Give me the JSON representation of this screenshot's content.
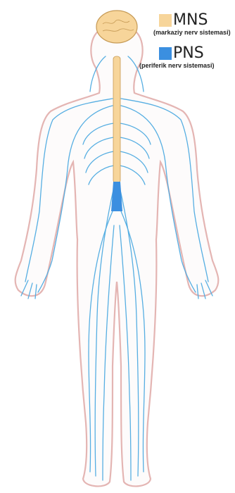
{
  "colors": {
    "cns": "#f7d59a",
    "pns": "#3b8fe0",
    "nerve_line": "#56aee2",
    "body_outline": "#e4b5b3",
    "brain_outline": "#c69a55"
  },
  "legend": {
    "cns": {
      "label": "MNS",
      "sub": "(markaziy nerv sistemasi)"
    },
    "pns": {
      "label": "PNS",
      "sub": "(periferik nerv sistemasi)"
    }
  }
}
